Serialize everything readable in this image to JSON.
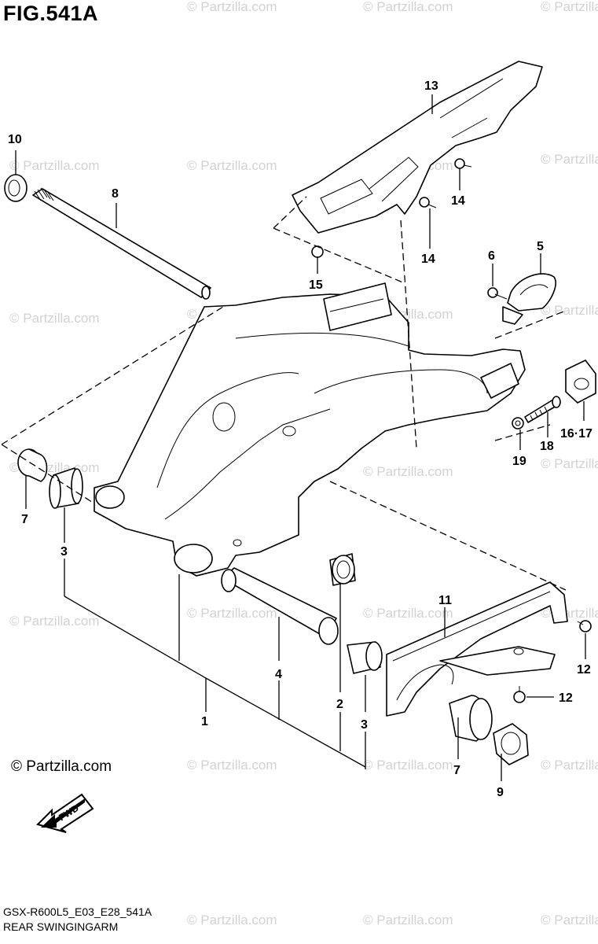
{
  "figure": {
    "title": "FIG.541A",
    "model_code": "GSX-R600L5_E03_E28_541A",
    "section_name": "REAR SWINGINGARM",
    "copyright": "© Partzilla.com",
    "watermark": "© Partzilla.com",
    "fwd_label": "FWD"
  },
  "callouts": [
    "13",
    "10",
    "8",
    "14",
    "14",
    "15",
    "6",
    "5",
    "16·17",
    "18",
    "19",
    "7",
    "3",
    "11",
    "12",
    "12",
    "4",
    "2",
    "1",
    "3",
    "7",
    "9"
  ],
  "icons": [
    "fwd-arrow-icon"
  ]
}
